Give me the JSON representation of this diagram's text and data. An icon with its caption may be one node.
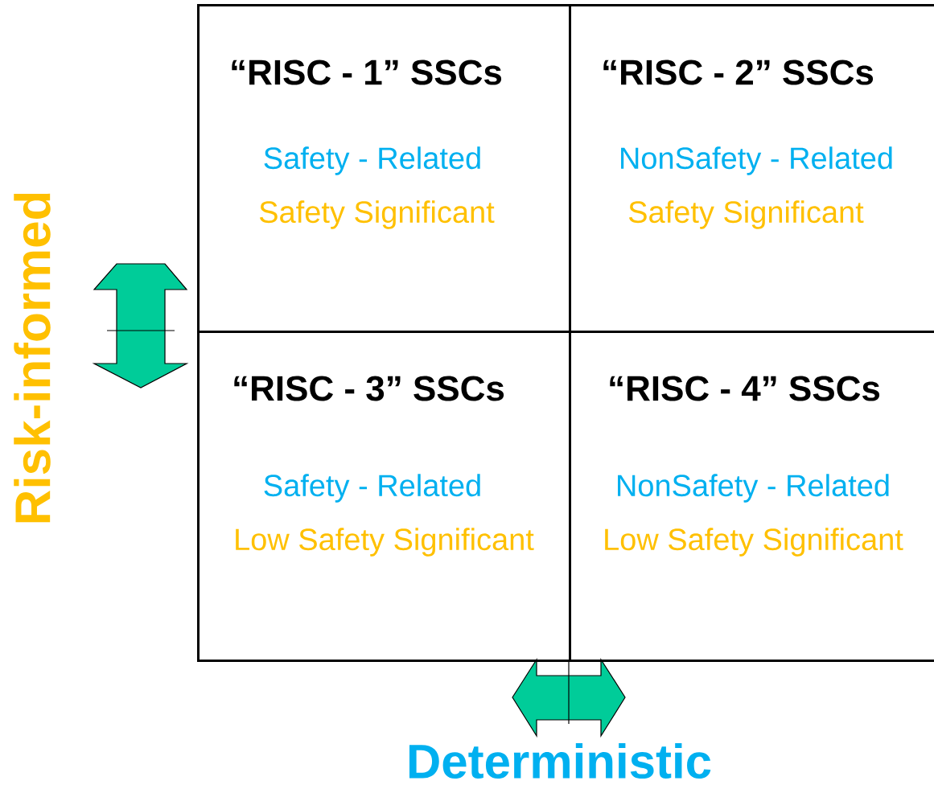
{
  "diagram": {
    "nodes": [
      {
        "text": [
          "“RISC - 1” SSCs",
          "Safety - Related",
          "Safety Significant"
        ]
      },
      {
        "text": [
          "“RISC - 2” SSCs",
          "NonSafety - Related",
          "Safety Significant"
        ]
      },
      {
        "text": [
          "“RISC - 3” SSCs",
          "Safety - Related",
          "Low Safety Significant"
        ]
      },
      {
        "text": [
          "“RISC - 4” SSCs",
          "NonSafety - Related",
          "Low Safety Significant"
        ]
      }
    ],
    "labels": [
      "Risk-informed",
      "Deterministic"
    ]
  }
}
